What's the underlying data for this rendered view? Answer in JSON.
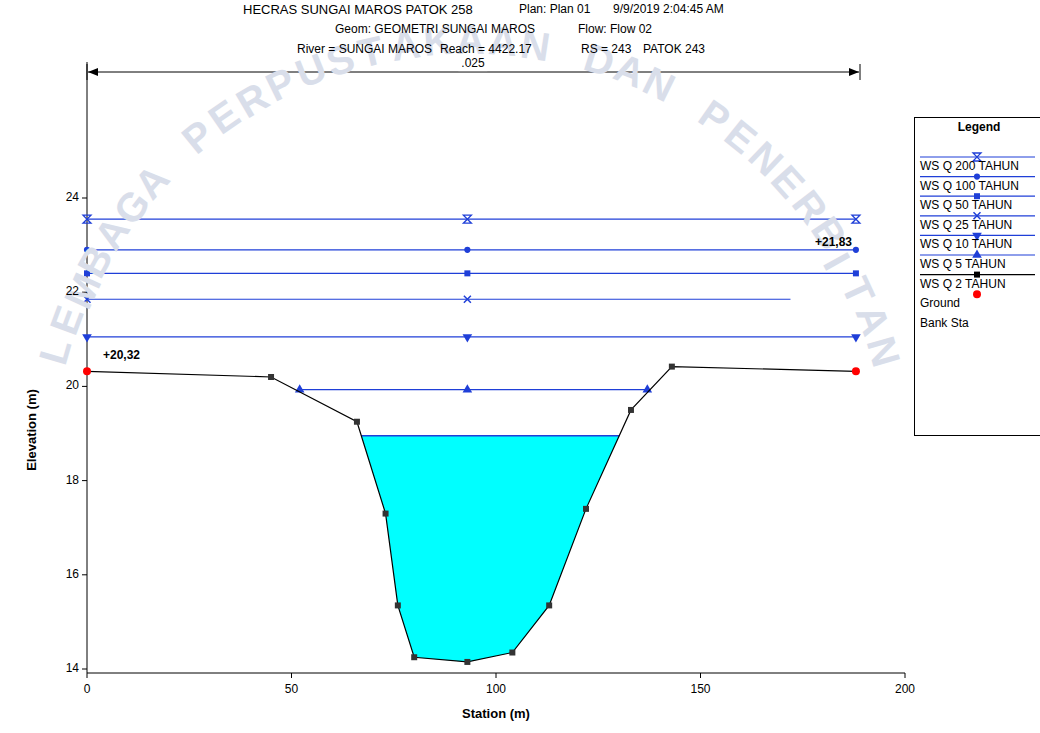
{
  "diagram": {
    "title": "HECRAS SUNGAI MAROS PATOK 258",
    "labels": [
      "Plan: Plan 01",
      "9/9/2019 2:04:45 AM",
      "Geom: GEOMETRI SUNGAI MAROS",
      "Flow: Flow 02",
      "River = SUNGAI MAROS",
      "Reach = 4422.17",
      "RS = 243",
      "PATOK 243",
      ".025",
      "+21,83",
      "+20,32",
      "24",
      "22",
      "20",
      "18",
      "16",
      "14",
      "0",
      "50",
      "100",
      "150",
      "200",
      "Elevation (m)",
      "Station (m)",
      "Legend",
      "LEMBAGA PERPUSTAKAAN DAN PENERBITAN"
    ],
    "legend": [
      {
        "text": "WS Q 200 TAHUN"
      },
      {
        "text": "WS Q 100 TAHUN"
      },
      {
        "text": "WS Q 50 TAHUN"
      },
      {
        "text": "WS Q 25 TAHUN"
      },
      {
        "text": "WS Q 10 TAHUN"
      },
      {
        "text": "WS Q 5 TAHUN"
      },
      {
        "text": "WS Q 2 TAHUN"
      },
      {
        "text": "Ground"
      },
      {
        "text": "Bank Sta"
      }
    ]
  }
}
